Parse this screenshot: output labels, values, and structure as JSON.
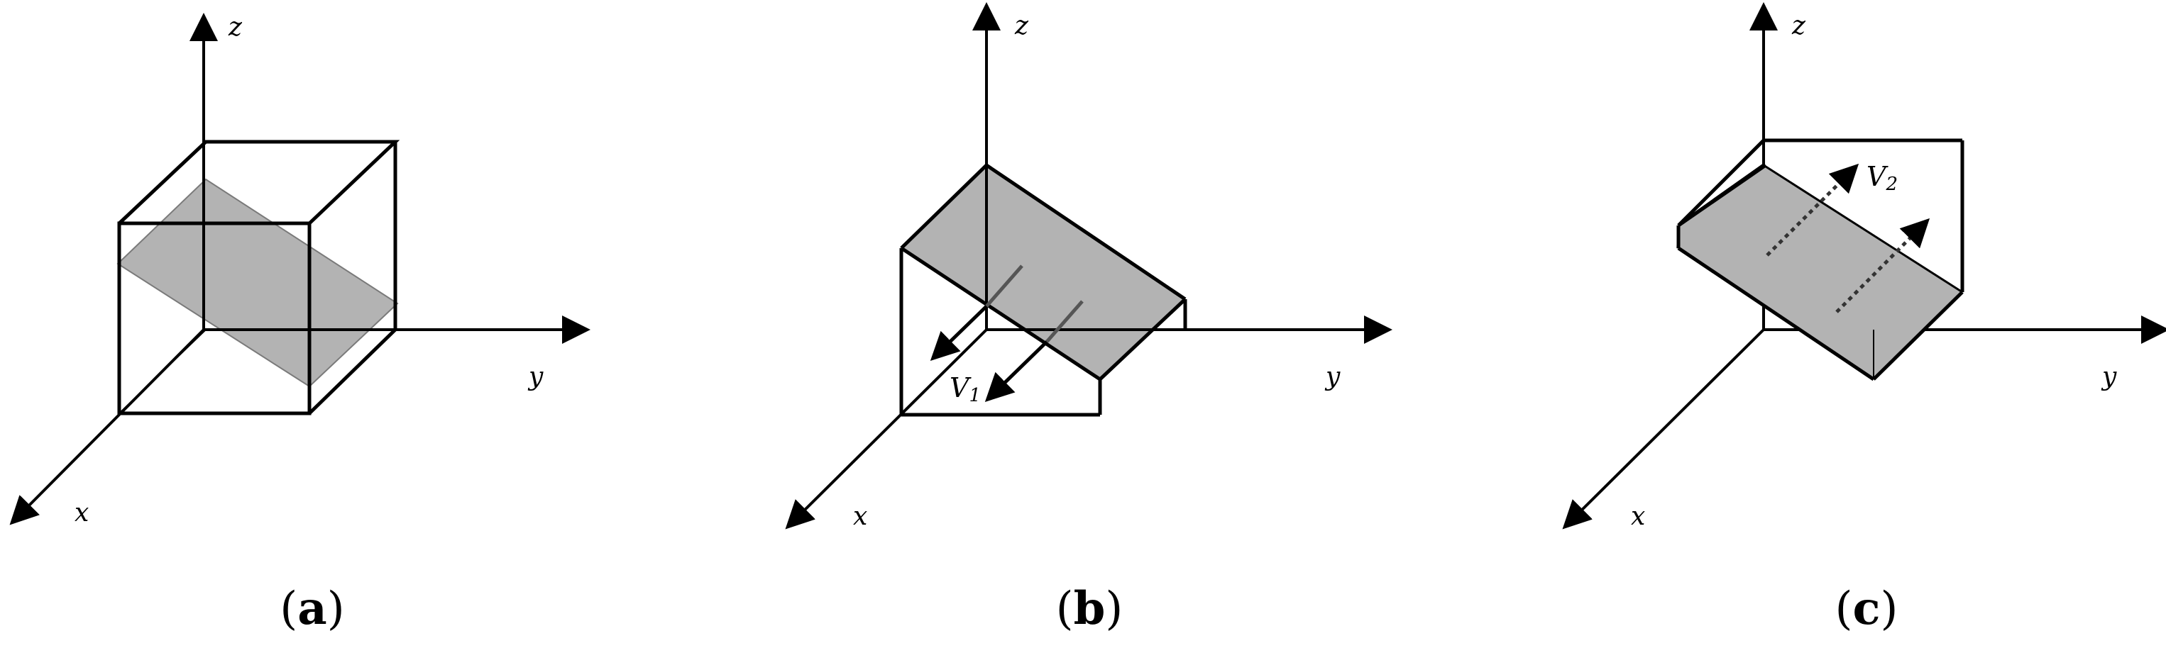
{
  "colors": {
    "line": "#000000",
    "plane_fill": "#b3b3b3",
    "plane_edge": "#7a7a7a",
    "flow_line": "#555555"
  },
  "panels": [
    {
      "id": "a",
      "caption": "a",
      "axes": {
        "x": "x",
        "y": "y",
        "z": "z"
      }
    },
    {
      "id": "b",
      "caption": "b",
      "axes": {
        "x": "x",
        "y": "y",
        "z": "z"
      },
      "velocity": {
        "label_main": "V",
        "label_sub": "1"
      }
    },
    {
      "id": "c",
      "caption": "c",
      "axes": {
        "x": "x",
        "y": "y",
        "z": "z"
      },
      "velocity": {
        "label_main": "V",
        "label_sub": "2"
      }
    }
  ],
  "parens": {
    "open": "(",
    "close": ")"
  }
}
